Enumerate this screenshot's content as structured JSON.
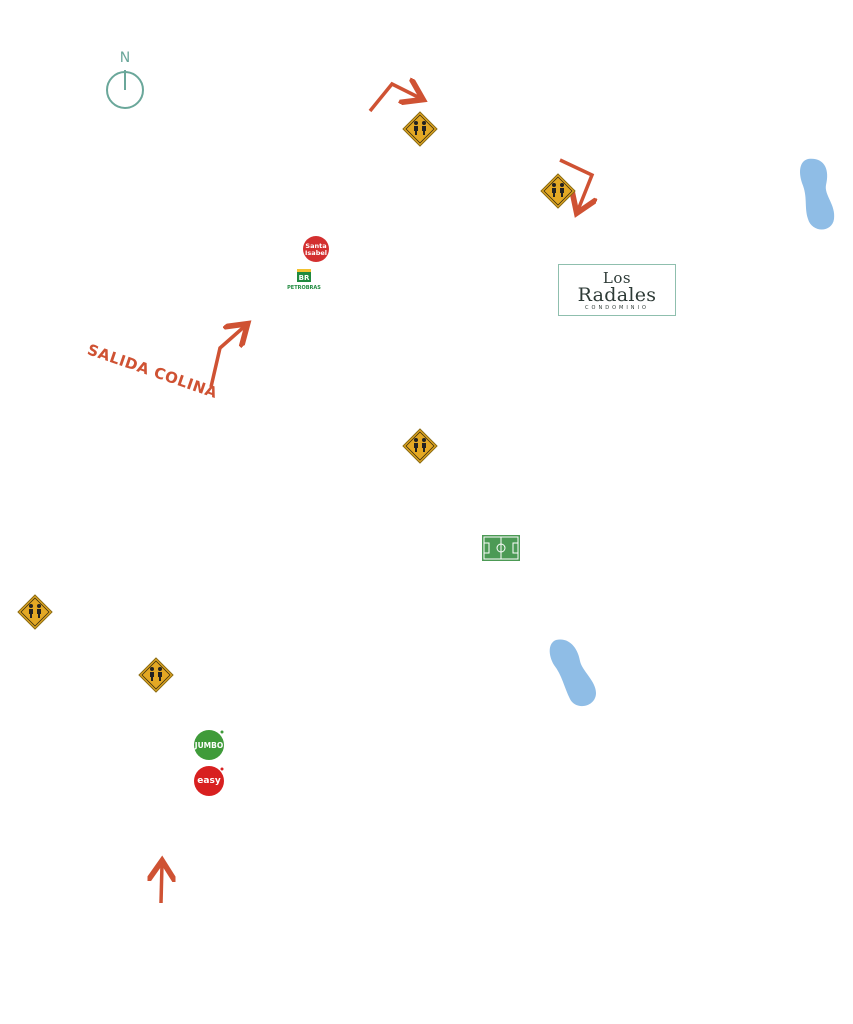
{
  "compass": {
    "label": "N"
  },
  "labels": {
    "exit": "SALIDA COLINA"
  },
  "logo": {
    "line1": "Los",
    "line2": "Radales",
    "subtitle": "CONDOMINIO"
  },
  "brands": {
    "santa_isabel": {
      "line1": "Santa",
      "line2": "Isabel"
    },
    "petrobras": {
      "mark": "BR",
      "name": "PETROBRAS"
    },
    "jumbo": {
      "name": "JUMBO"
    },
    "easy": {
      "name": "easy"
    }
  },
  "colors": {
    "arrow": "#cf5233",
    "school_sign": "#e3a824",
    "water": "#8fbde6",
    "field": "#4c9a55",
    "compass": "#6aa79a",
    "logo_border": "#8fbfae",
    "santa_isabel": "#d32f2f",
    "jumbo": "#3f9b3a",
    "easy": "#d82020"
  },
  "icons": [
    "compass-icon",
    "direction-arrow-icon",
    "school-crossing-sign-icon",
    "water-drop-icon",
    "soccer-field-icon"
  ]
}
